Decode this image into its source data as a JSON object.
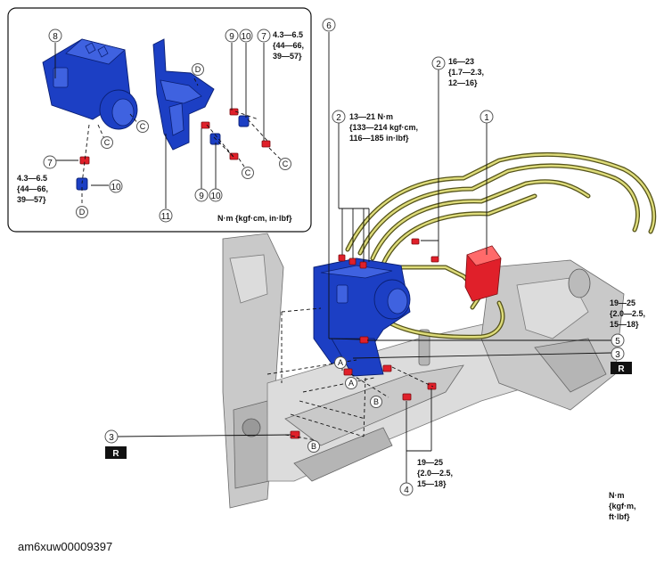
{
  "inset": {
    "callouts": [
      "8",
      "9",
      "10",
      "7",
      "D",
      "C",
      "7",
      "10",
      "D",
      "9",
      "10",
      "11"
    ],
    "torque_top": [
      "4.3—6.5",
      "{44—66,",
      "39—57}"
    ],
    "torque_left": [
      "4.3—6.5",
      "{44—66,",
      "39—57}"
    ],
    "unit_label": "N·m {kgf·cm, in·lbf}",
    "letters": {
      "C": "C",
      "D": "D"
    }
  },
  "main": {
    "callouts": {
      "c1": "1",
      "c2a": "2",
      "c2b": "2",
      "c3a": "3",
      "c3b": "3",
      "c4": "4",
      "c5": "5",
      "c6": "6"
    },
    "letters": {
      "A": "A",
      "B": "B"
    },
    "torque_2a": [
      "13—21 N·m",
      "{133—214 kgf·cm,",
      "116—185 in·lbf}"
    ],
    "torque_2b": [
      "16—23",
      "{1.7—2.3,",
      "12—16}"
    ],
    "torque_5": [
      "19—25",
      "{2.0—2.5,",
      "15—18}"
    ],
    "torque_4": [
      "19—25",
      "{2.0—2.5,",
      "15—18}"
    ],
    "replace_badge": "R",
    "unit_label": [
      "N·m",
      "{kgf·m,",
      "ft·lbf}"
    ]
  },
  "footer": {
    "code": "am6xuw00009397"
  },
  "colors": {
    "hydraulic_unit": "#1c3fc4",
    "fastener": "#e0202a",
    "brake_pipe": "#dedc7a",
    "body_frame": "#c9c9c9"
  }
}
